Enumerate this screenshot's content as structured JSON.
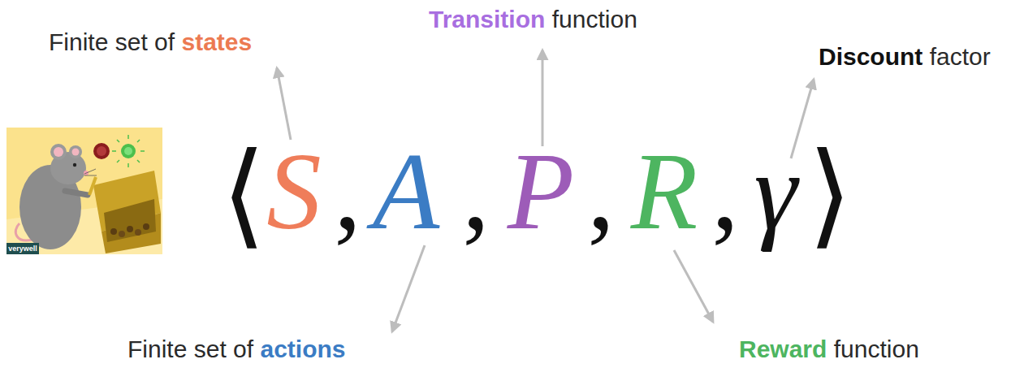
{
  "diagram": {
    "labels": [
      "Finite set of",
      "states",
      "Transition",
      "function",
      "Discount",
      "factor",
      "⟨",
      "S",
      ",",
      "A",
      ",",
      "P",
      ",",
      "R",
      ",",
      "γ",
      "⟩",
      "Finite set of",
      "actions",
      "Reward",
      "function",
      "verywell"
    ]
  }
}
